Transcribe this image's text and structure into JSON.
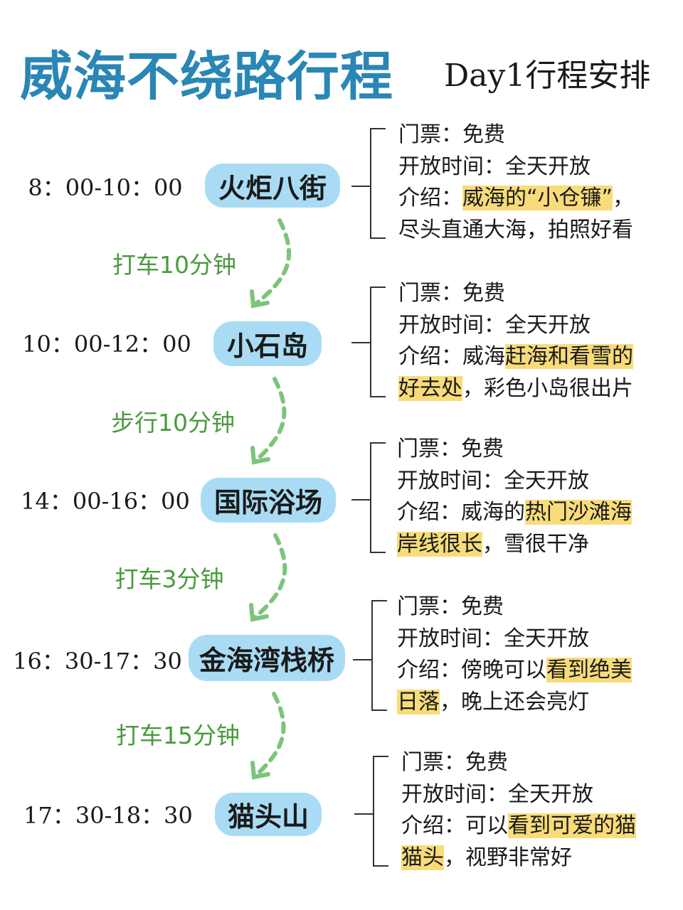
{
  "header": {
    "title": "威海不绕路行程",
    "subtitle": "Day1行程安排"
  },
  "colors": {
    "title": "#2a86b5",
    "pill": "#a9dcf4",
    "highlight": "#f8dc7a",
    "transport": "#4a9a3e",
    "arrow": "#7cc47a"
  },
  "stops": [
    {
      "time": "8：00-10：00",
      "name": "火炬八街",
      "lines": [
        [
          {
            "t": "门票：免费"
          }
        ],
        [
          {
            "t": "开放时间：全天开放"
          }
        ],
        [
          {
            "t": "介绍："
          },
          {
            "t": "威海的“小仓镰”",
            "hl": true
          },
          {
            "t": "，"
          }
        ],
        [
          {
            "t": "尽头直通大海，拍照好看"
          }
        ]
      ]
    },
    {
      "time": "10：00-12：00",
      "name": "小石岛",
      "lines": [
        [
          {
            "t": "门票：免费"
          }
        ],
        [
          {
            "t": "开放时间：全天开放"
          }
        ],
        [
          {
            "t": "介绍：威海"
          },
          {
            "t": "赶海和看雪的",
            "hl": true
          }
        ],
        [
          {
            "t": "好去处",
            "hl": true
          },
          {
            "t": "，彩色小岛很出片"
          }
        ]
      ]
    },
    {
      "time": "14：00-16：00",
      "name": "国际浴场",
      "lines": [
        [
          {
            "t": "门票：免费"
          }
        ],
        [
          {
            "t": "开放时间：全天开放"
          }
        ],
        [
          {
            "t": "介绍：威海的"
          },
          {
            "t": "热门沙滩海",
            "hl": true
          }
        ],
        [
          {
            "t": "岸线很长",
            "hl": true
          },
          {
            "t": "，雪很干净"
          }
        ]
      ]
    },
    {
      "time": "16：30-17：30",
      "name": "金海湾栈桥",
      "lines": [
        [
          {
            "t": "门票：免费"
          }
        ],
        [
          {
            "t": "开放时间：全天开放"
          }
        ],
        [
          {
            "t": "介绍：傍晚可以"
          },
          {
            "t": "看到绝美",
            "hl": true
          }
        ],
        [
          {
            "t": "日落",
            "hl": true
          },
          {
            "t": "，晚上还会亮灯"
          }
        ]
      ]
    },
    {
      "time": "17：30-18：30",
      "name": "猫头山",
      "lines": [
        [
          {
            "t": "门票：免费"
          }
        ],
        [
          {
            "t": "开放时间：全天开放"
          }
        ],
        [
          {
            "t": "介绍：可以"
          },
          {
            "t": "看到可爱的猫",
            "hl": true
          }
        ],
        [
          {
            "t": "猫头",
            "hl": true
          },
          {
            "t": "，视野非常好"
          }
        ]
      ]
    }
  ],
  "transfers": [
    "打车10分钟",
    "步行10分钟",
    "打车3分钟",
    "打车15分钟"
  ]
}
